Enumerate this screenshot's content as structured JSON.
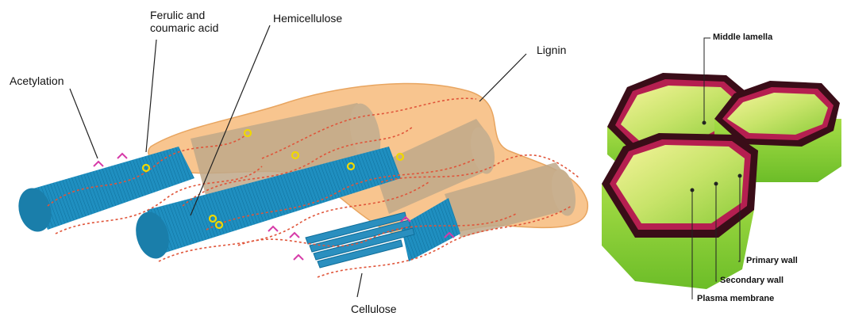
{
  "left_diagram": {
    "labels": {
      "acetylation": "Acetylation",
      "ferulic": "Ferulic and\ncoumaric acid",
      "hemicellulose": "Hemicellulose",
      "lignin": "Lignin",
      "cellulose": "Cellulose"
    }
  },
  "right_diagram": {
    "labels": {
      "middle_lamella": "Middle lamella",
      "primary_wall": "Primary wall",
      "secondary_wall": "Secondary wall",
      "plasma_membrane": "Plasma membrane"
    }
  },
  "colors": {
    "cellulose_blue": "#1f8fc0",
    "lignin_orange": "#f8c58f",
    "hemicellulose_red": "#e0553a",
    "cell_green": "#8fd63a",
    "cell_wall_dark": "#5a1a2a"
  }
}
